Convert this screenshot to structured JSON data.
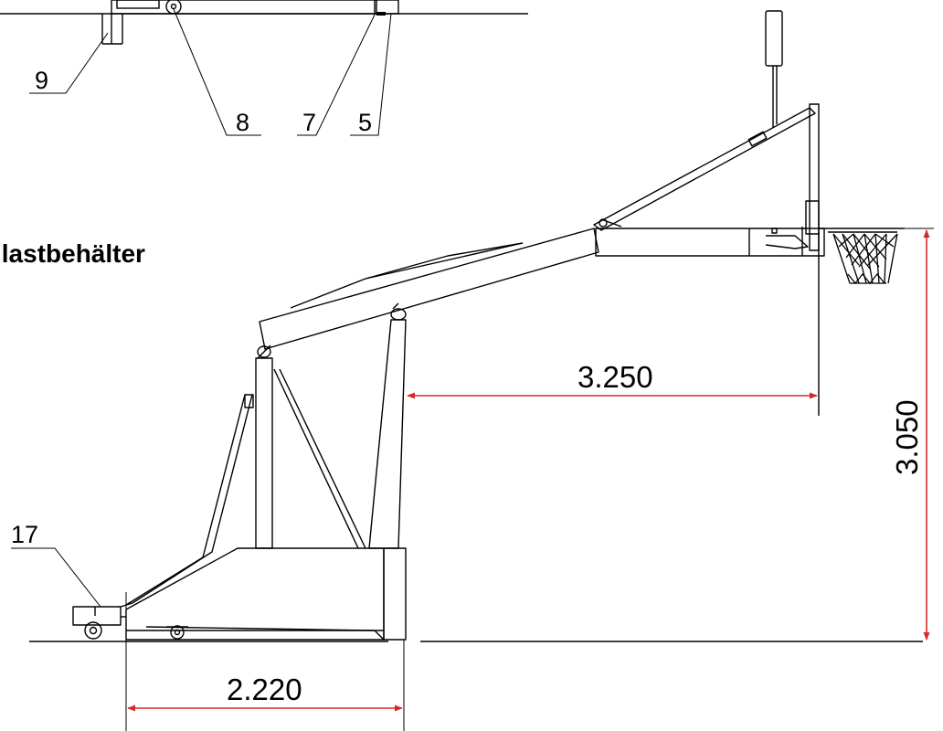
{
  "section_heading": "llastbehälter",
  "callouts": {
    "c9": "9",
    "c8": "8",
    "c7": "7",
    "c5": "5",
    "c17": "17"
  },
  "dimensions": {
    "overhang": "3.250",
    "rim_height": "3.050",
    "base_length": "2.220"
  },
  "colors": {
    "line": "#000000",
    "dimension": "#d42a2a",
    "net": "#000000",
    "background": "#ffffff"
  }
}
